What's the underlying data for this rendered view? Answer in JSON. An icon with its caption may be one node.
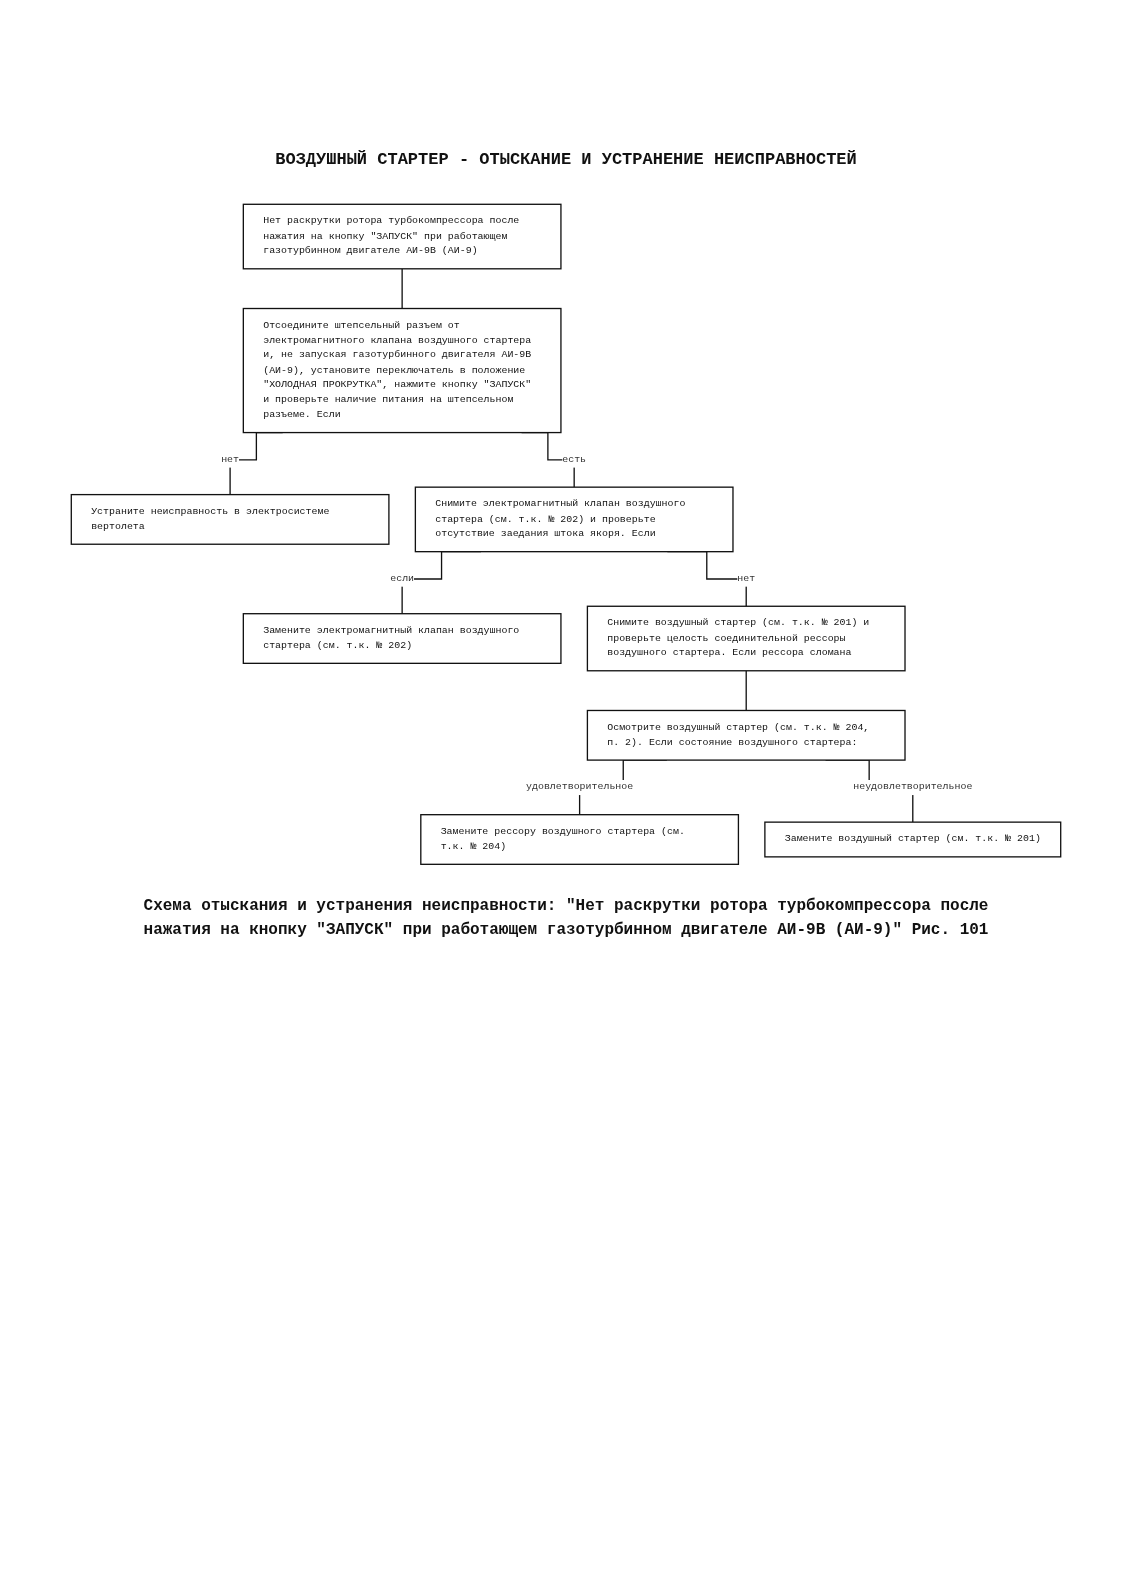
{
  "diagram": {
    "title": "ВОЗДУШНЫЙ СТАРТЕР - ОТЫСКАНИЕ И УСТРАНЕНИЕ НЕИСПРАВНОСТЕЙ",
    "caption": "Схема отыскания и устранения неисправности: \"Нет раскрутки ротора турбокомпрессора после нажатия на кнопку \"ЗАПУСК\" при работающем газотурбинном двигателе АИ-9В (АИ-9)\" Рис. 101",
    "nodes": [
      {
        "text": [
          "Нет раскрутки ротора турбокомпрессора после нажатия на кнопку \"ЗАПУСК\" при работающем газотурбинном двигателе АИ-9В (АИ-9)"
        ]
      },
      {
        "text": [
          "Отсоедините штепсельный разъем от электромагнитного клапана воздушного стартера и, не запуская газотурбинного двигателя АИ-9В (АИ-9), установите переключатель в положение \"ХОЛОДНАЯ ПРОКРУТКА\", нажмите кнопку \"ЗАПУСК\" и проверьте наличие питания на штепсельном разъеме. Если"
        ]
      },
      {
        "text": [
          "Устраните неисправность в электросистеме вертолета"
        ]
      },
      {
        "text": [
          "Снимите электромагнитный клапан воздушного стартера (см. т.к. № 202) и проверьте отсутствие заедания штока якоря. Если"
        ]
      },
      {
        "text": [
          "Замените электромагнитный клапан воздушного стартера (см. т.к. № 202)"
        ]
      },
      {
        "text": [
          "Снимите воздушный стартер (см. т.к. № 201) и проверьте целость соединительной рессоры воздушного стартера. Если рессора сломана"
        ]
      },
      {
        "text": [
          "Осмотрите воздушный стартер (см. т.к. № 204, п. 2). Если состояние воздушного стартера:"
        ]
      },
      {
        "text": [
          "Замените рессору воздушного стартера (см. т.к. № 204)"
        ]
      },
      {
        "text": [
          "Замените воздушный стартер (см. т.к. № 201)"
        ]
      }
    ],
    "edges": [
      {
        "from": 0,
        "to": 1,
        "arrow": "none"
      },
      {
        "from": 1,
        "to": 2,
        "arrow": "none",
        "label": "нет"
      },
      {
        "from": 1,
        "to": 3,
        "arrow": "none",
        "label": "есть"
      },
      {
        "from": 3,
        "to": 4,
        "arrow": "none",
        "label": "если"
      },
      {
        "from": 3,
        "to": 5,
        "arrow": "none",
        "label": "нет"
      },
      {
        "from": 5,
        "to": 6,
        "arrow": "none"
      },
      {
        "from": 6,
        "to": 7,
        "arrow": "none",
        "label": "удовлетворительное"
      },
      {
        "from": 6,
        "to": 8,
        "arrow": "none",
        "label": "неудовлетворительное"
      }
    ]
  }
}
